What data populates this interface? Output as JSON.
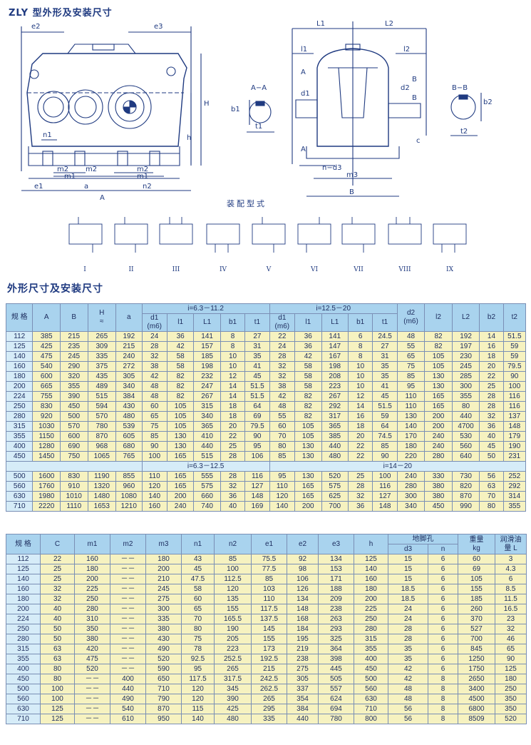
{
  "titles": {
    "main": "ZLY 型外形及安装尺寸",
    "table_section": "外形尺寸及安装尺寸",
    "assembly": "装配型式"
  },
  "drawing_labels": {
    "e2": "e2",
    "e3": "e3",
    "H": "H",
    "h": "h",
    "n1": "n1",
    "m2": "m2",
    "m1": "m1",
    "e1": "e1",
    "a": "a",
    "n2": "n2",
    "A": "A",
    "L1": "L1",
    "L2": "L2",
    "l1": "l1",
    "l2": "l2",
    "d1": "d1",
    "d2": "d2",
    "B": "B",
    "c": "c",
    "n_d3": "n−d3",
    "m3": "m3",
    "AA": "A−A",
    "BB": "B−B",
    "b1": "b1",
    "t1": "t1",
    "b2": "b2",
    "t2": "t2",
    "sec_A": "A",
    "sec_B": "B"
  },
  "assembly_modes": [
    "I",
    "II",
    "III",
    "IV",
    "V",
    "VI",
    "VII",
    "VIII",
    "IX"
  ],
  "table1": {
    "head_row1": [
      "规 格",
      "A",
      "B",
      "H",
      "a",
      "i=6.3－11.2",
      "i=12.5－20",
      "d2",
      "l2",
      "L2",
      "b2",
      "t2"
    ],
    "H_sub": "≈",
    "d2_sub": "(m6)",
    "sub_cols": [
      "d1",
      "l1",
      "L1",
      "b1",
      "t1"
    ],
    "d1_sub": "(m6)",
    "rows": [
      [
        "112",
        "385",
        "215",
        "265",
        "192",
        "24",
        "36",
        "141",
        "8",
        "27",
        "22",
        "36",
        "141",
        "6",
        "24.5",
        "48",
        "82",
        "192",
        "14",
        "51.5"
      ],
      [
        "125",
        "425",
        "235",
        "309",
        "215",
        "28",
        "42",
        "157",
        "8",
        "31",
        "24",
        "36",
        "147",
        "8",
        "27",
        "55",
        "82",
        "197",
        "16",
        "59"
      ],
      [
        "140",
        "475",
        "245",
        "335",
        "240",
        "32",
        "58",
        "185",
        "10",
        "35",
        "28",
        "42",
        "167",
        "8",
        "31",
        "65",
        "105",
        "230",
        "18",
        "59"
      ],
      [
        "160",
        "540",
        "290",
        "375",
        "272",
        "38",
        "58",
        "198",
        "10",
        "41",
        "32",
        "58",
        "198",
        "10",
        "35",
        "75",
        "105",
        "245",
        "20",
        "79.5"
      ],
      [
        "180",
        "600",
        "320",
        "435",
        "305",
        "42",
        "82",
        "232",
        "12",
        "45",
        "32",
        "58",
        "208",
        "10",
        "35",
        "85",
        "130",
        "285",
        "22",
        "90"
      ],
      [
        "200",
        "665",
        "355",
        "489",
        "340",
        "48",
        "82",
        "247",
        "14",
        "51.5",
        "38",
        "58",
        "223",
        "10",
        "41",
        "95",
        "130",
        "300",
        "25",
        "100"
      ],
      [
        "224",
        "755",
        "390",
        "515",
        "384",
        "48",
        "82",
        "267",
        "14",
        "51.5",
        "42",
        "82",
        "267",
        "12",
        "45",
        "110",
        "165",
        "355",
        "28",
        "116"
      ],
      [
        "250",
        "830",
        "450",
        "594",
        "430",
        "60",
        "105",
        "315",
        "18",
        "64",
        "48",
        "82",
        "292",
        "14",
        "51.5",
        "110",
        "165",
        "80",
        "28",
        "116"
      ],
      [
        "280",
        "920",
        "500",
        "570",
        "480",
        "65",
        "105",
        "340",
        "18",
        "69",
        "55",
        "82",
        "317",
        "16",
        "59",
        "130",
        "200",
        "440",
        "32",
        "137"
      ],
      [
        "315",
        "1030",
        "570",
        "780",
        "539",
        "75",
        "105",
        "365",
        "20",
        "79.5",
        "60",
        "105",
        "365",
        "18",
        "64",
        "140",
        "200",
        "4700",
        "36",
        "148"
      ],
      [
        "355",
        "1150",
        "600",
        "870",
        "605",
        "85",
        "130",
        "410",
        "22",
        "90",
        "70",
        "105",
        "385",
        "20",
        "74.5",
        "170",
        "240",
        "530",
        "40",
        "179"
      ],
      [
        "400",
        "1280",
        "690",
        "968",
        "680",
        "90",
        "130",
        "440",
        "25",
        "95",
        "80",
        "130",
        "440",
        "22",
        "85",
        "180",
        "240",
        "560",
        "45",
        "190"
      ],
      [
        "450",
        "1450",
        "750",
        "1065",
        "765",
        "100",
        "165",
        "515",
        "28",
        "106",
        "85",
        "130",
        "480",
        "22",
        "90",
        "220",
        "280",
        "640",
        "50",
        "231"
      ]
    ],
    "sub_header": {
      "left": "i=6.3－12.5",
      "right": "i=14－20"
    },
    "rows2": [
      [
        "500",
        "1600",
        "830",
        "1190",
        "855",
        "110",
        "165",
        "555",
        "28",
        "116",
        "95",
        "130",
        "520",
        "25",
        "100",
        "240",
        "330",
        "730",
        "56",
        "252"
      ],
      [
        "560",
        "1760",
        "910",
        "1320",
        "960",
        "120",
        "165",
        "575",
        "32",
        "127",
        "110",
        "165",
        "575",
        "28",
        "116",
        "280",
        "380",
        "820",
        "63",
        "292"
      ],
      [
        "630",
        "1980",
        "1010",
        "1480",
        "1080",
        "140",
        "200",
        "660",
        "36",
        "148",
        "120",
        "165",
        "625",
        "32",
        "127",
        "300",
        "380",
        "870",
        "70",
        "314"
      ],
      [
        "710",
        "2220",
        "1110",
        "1653",
        "1210",
        "160",
        "240",
        "740",
        "40",
        "169",
        "140",
        "200",
        "700",
        "36",
        "148",
        "340",
        "450",
        "990",
        "80",
        "355"
      ]
    ]
  },
  "table2": {
    "head": [
      "规 格",
      "C",
      "m1",
      "m2",
      "m3",
      "n1",
      "n2",
      "e1",
      "e2",
      "e3",
      "h",
      "地脚孔",
      "重量",
      "润滑油"
    ],
    "anchor_sub": [
      "d3",
      "n"
    ],
    "weight_sub": "kg",
    "oil_sub": "量 L",
    "rows": [
      [
        "112",
        "22",
        "160",
        "－－",
        "180",
        "43",
        "85",
        "75.5",
        "92",
        "134",
        "125",
        "15",
        "6",
        "60",
        "3"
      ],
      [
        "125",
        "25",
        "180",
        "－－",
        "200",
        "45",
        "100",
        "77.5",
        "98",
        "153",
        "140",
        "15",
        "6",
        "69",
        "4.3"
      ],
      [
        "140",
        "25",
        "200",
        "－－",
        "210",
        "47.5",
        "112.5",
        "85",
        "106",
        "171",
        "160",
        "15",
        "6",
        "105",
        "6"
      ],
      [
        "160",
        "32",
        "225",
        "－－",
        "245",
        "58",
        "120",
        "103",
        "126",
        "188",
        "180",
        "18.5",
        "6",
        "155",
        "8.5"
      ],
      [
        "180",
        "32",
        "250",
        "－－",
        "275",
        "60",
        "135",
        "110",
        "134",
        "209",
        "200",
        "18.5",
        "6",
        "185",
        "11.5"
      ],
      [
        "200",
        "40",
        "280",
        "－－",
        "300",
        "65",
        "155",
        "117.5",
        "148",
        "238",
        "225",
        "24",
        "6",
        "260",
        "16.5"
      ],
      [
        "224",
        "40",
        "310",
        "－－",
        "335",
        "70",
        "165.5",
        "137.5",
        "168",
        "263",
        "250",
        "24",
        "6",
        "370",
        "23"
      ],
      [
        "250",
        "50",
        "350",
        "－－",
        "380",
        "80",
        "190",
        "145",
        "184",
        "293",
        "280",
        "28",
        "6",
        "527",
        "32"
      ],
      [
        "280",
        "50",
        "380",
        "－－",
        "430",
        "75",
        "205",
        "155",
        "195",
        "325",
        "315",
        "28",
        "6",
        "700",
        "46"
      ],
      [
        "315",
        "63",
        "420",
        "－－",
        "490",
        "78",
        "223",
        "173",
        "219",
        "364",
        "355",
        "35",
        "6",
        "845",
        "65"
      ],
      [
        "355",
        "63",
        "475",
        "－－",
        "520",
        "92.5",
        "252.5",
        "192.5",
        "238",
        "398",
        "400",
        "35",
        "6",
        "1250",
        "90"
      ],
      [
        "400",
        "80",
        "520",
        "－－",
        "590",
        "95",
        "265",
        "215",
        "275",
        "445",
        "450",
        "42",
        "6",
        "1750",
        "125"
      ],
      [
        "450",
        "80",
        "－－",
        "400",
        "650",
        "117.5",
        "317.5",
        "242.5",
        "305",
        "505",
        "500",
        "42",
        "8",
        "2650",
        "180"
      ],
      [
        "500",
        "100",
        "－－",
        "440",
        "710",
        "120",
        "345",
        "262.5",
        "337",
        "557",
        "560",
        "48",
        "8",
        "3400",
        "250"
      ],
      [
        "560",
        "100",
        "－－",
        "490",
        "790",
        "120",
        "390",
        "265",
        "354",
        "624",
        "630",
        "48",
        "8",
        "4500",
        "350"
      ],
      [
        "630",
        "125",
        "－－",
        "540",
        "870",
        "115",
        "425",
        "295",
        "384",
        "694",
        "710",
        "56",
        "8",
        "6800",
        "350"
      ],
      [
        "710",
        "125",
        "－－",
        "610",
        "950",
        "140",
        "480",
        "335",
        "440",
        "780",
        "800",
        "56",
        "8",
        "8509",
        "520"
      ]
    ]
  }
}
